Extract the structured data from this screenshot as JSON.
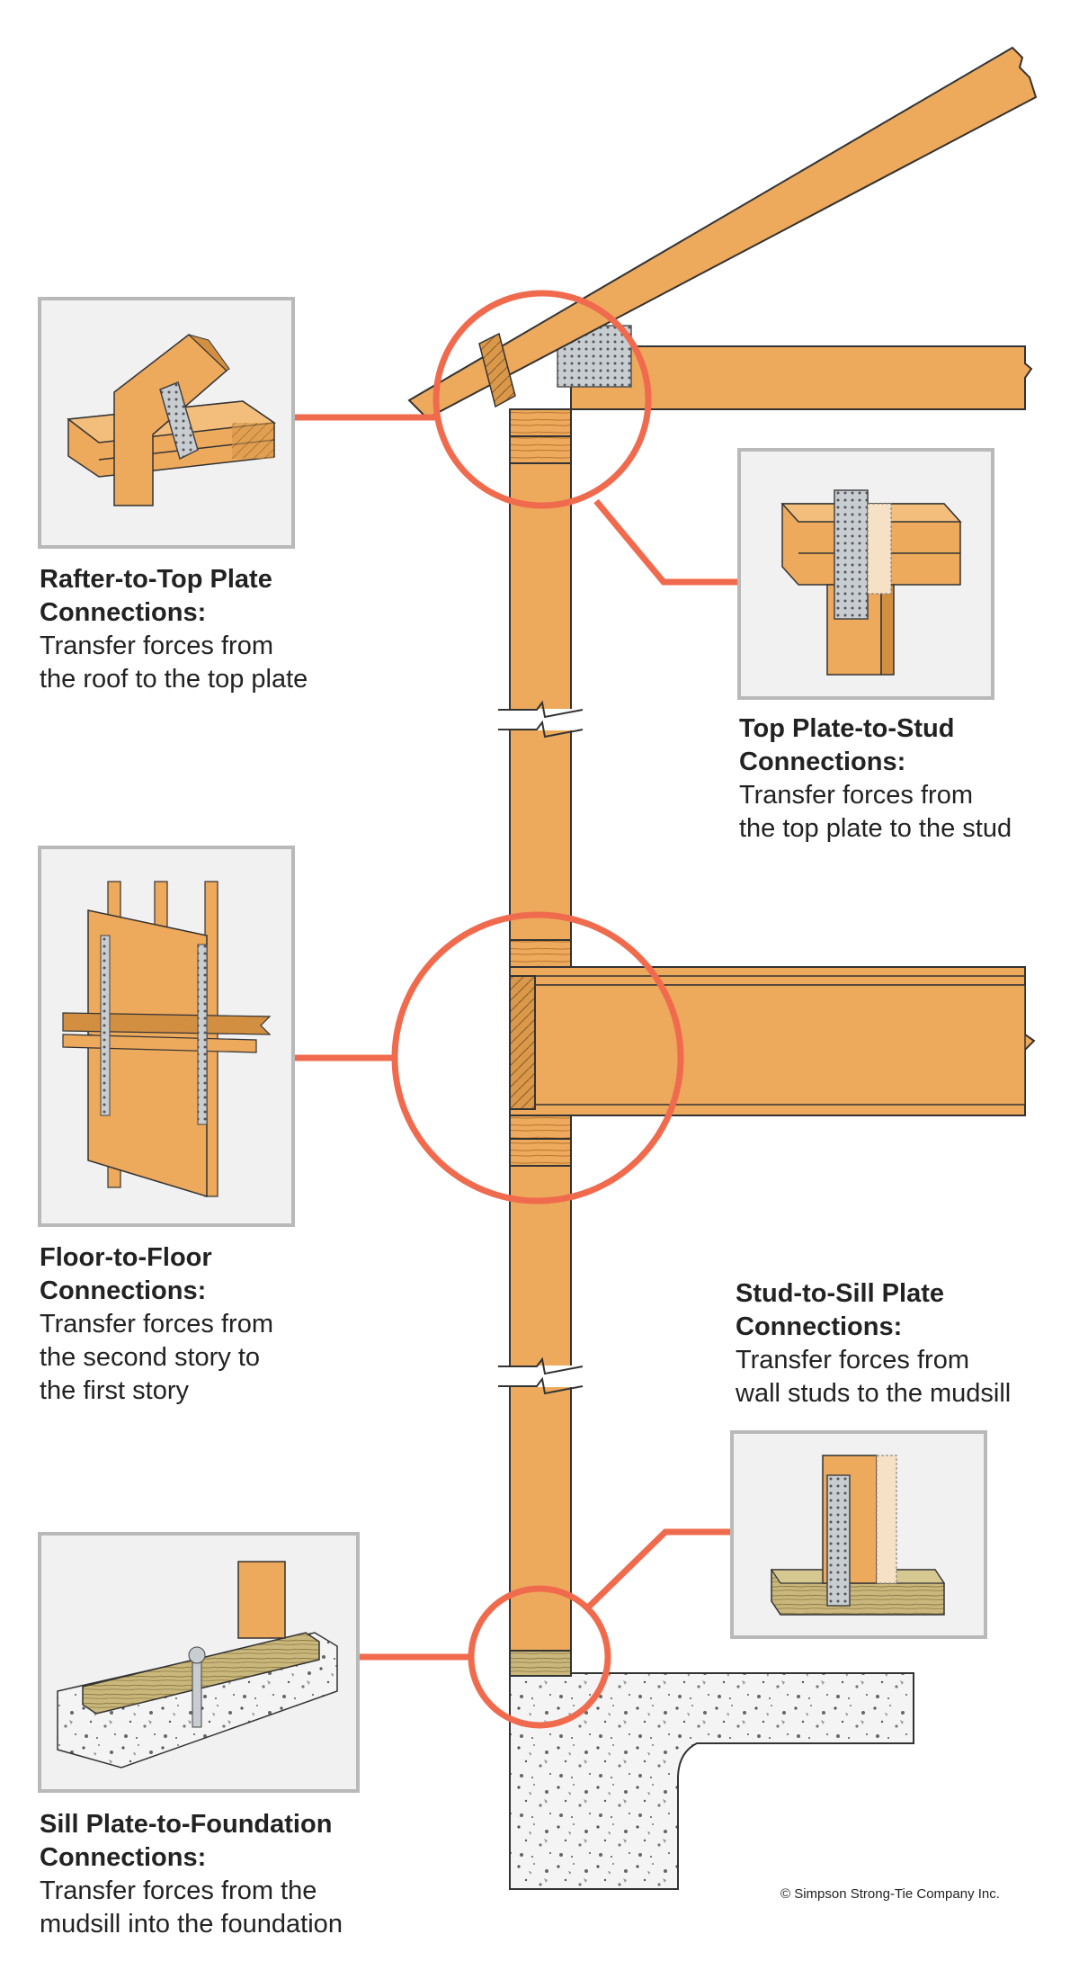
{
  "connections": [
    {
      "title_1": "Rafter-to-Top Plate",
      "title_2": "Connections:",
      "desc_1": "Transfer forces from",
      "desc_2": "the roof to the top plate",
      "desc_3": ""
    },
    {
      "title_1": "Top Plate-to-Stud",
      "title_2": "Connections:",
      "desc_1": "Transfer forces from",
      "desc_2": "the top plate to the stud",
      "desc_3": ""
    },
    {
      "title_1": "Floor-to-Floor",
      "title_2": "Connections:",
      "desc_1": "Transfer forces from",
      "desc_2": "the second story to",
      "desc_3": "the first story"
    },
    {
      "title_1": "Stud-to-Sill Plate",
      "title_2": "Connections:",
      "desc_1": "Transfer forces from",
      "desc_2": "wall studs to the mudsill",
      "desc_3": ""
    },
    {
      "title_1": "Sill Plate-to-Foundation",
      "title_2": "Connections:",
      "desc_1": "Transfer forces from the",
      "desc_2": "mudsill into the foundation",
      "desc_3": ""
    }
  ],
  "copyright": "© Simpson Strong-Tie Company Inc.",
  "colors": {
    "wood": "#EDA95C",
    "wood_dark": "#D38F41",
    "wood_line": "#333333",
    "callout": "#F06B4E",
    "panel_bg": "#F1F1F1",
    "panel_border": "#B9B9B9",
    "concrete": "#F4F4F4",
    "sill_wood": "#C9B77C",
    "metal": "#C8CDD2"
  }
}
